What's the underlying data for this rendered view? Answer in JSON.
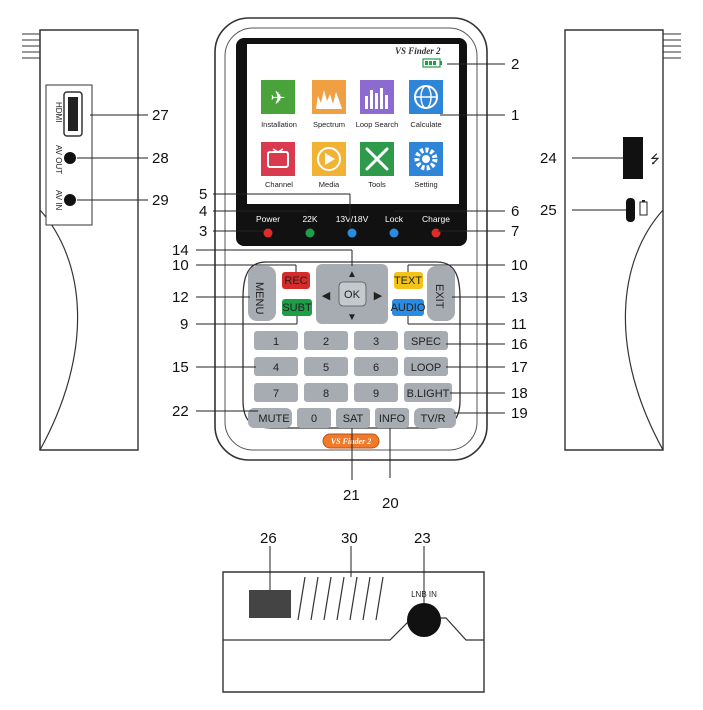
{
  "screen": {
    "brand": "VS Finder 2",
    "apps": [
      "Installation",
      "Spectrum",
      "Loop Search",
      "Calculate",
      "Channel",
      "Media",
      "Tools",
      "Setting"
    ],
    "indicators": [
      {
        "label": "Power",
        "color": "#e02b2b"
      },
      {
        "label": "22K",
        "color": "#1e9e46"
      },
      {
        "label": "13V/18V",
        "color": "#2a8be0"
      },
      {
        "label": "Lock",
        "color": "#2a8be0"
      },
      {
        "label": "Charge",
        "color": "#e02b2b"
      }
    ]
  },
  "keys": {
    "rec": "REC",
    "subt": "SUBT",
    "menu": "MENU",
    "ok": "OK",
    "text": "TEXT",
    "audio": "AUDIO",
    "exit": "EXIT",
    "n1": "1",
    "n2": "2",
    "n3": "3",
    "n4": "4",
    "n5": "5",
    "n6": "6",
    "n7": "7",
    "n8": "8",
    "n9": "9",
    "n0": "0",
    "spec": "SPEC",
    "loop": "LOOP",
    "blight": "B.LIGHT",
    "mute": "MUTE",
    "sat": "SAT",
    "info": "INFO",
    "tvr": "TV/R"
  },
  "bottom_logo": "VS Finder 2",
  "ports": {
    "hdmi": "HDMI",
    "av_out": "AV OUT",
    "av_in": "AV IN",
    "lnb_in": "LNB IN"
  },
  "callouts": {
    "c1": "1",
    "c2": "2",
    "c3": "3",
    "c4": "4",
    "c5": "5",
    "c6": "6",
    "c7": "7",
    "c9": "9",
    "c10a": "10",
    "c10b": "10",
    "c11": "11",
    "c12": "12",
    "c13": "13",
    "c14": "14",
    "c15": "15",
    "c16": "16",
    "c17": "17",
    "c18": "18",
    "c19": "19",
    "c20": "20",
    "c21": "21",
    "c22": "22",
    "c23": "23",
    "c24": "24",
    "c25": "25",
    "c26": "26",
    "c27": "27",
    "c28": "28",
    "c29": "29",
    "c30": "30"
  }
}
